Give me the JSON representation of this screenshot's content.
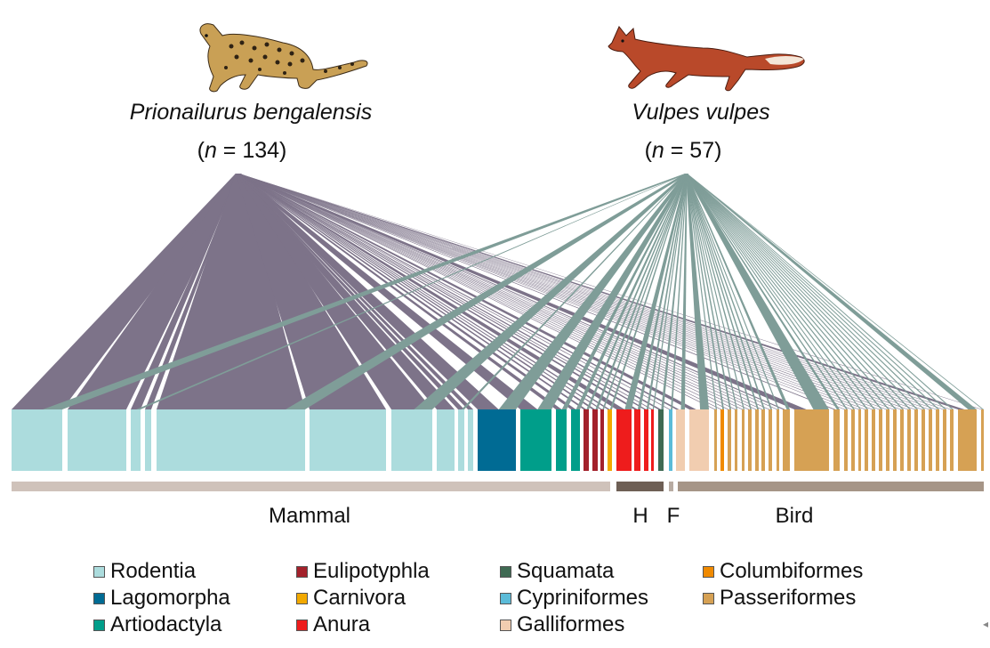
{
  "predators": [
    {
      "name": "Prionailurus bengalensis",
      "n_prefix": "(",
      "n_var": "n",
      "n_text": " = 134)",
      "icon": "leopard-cat-illustration",
      "color": "#7d7389"
    },
    {
      "name": "Vulpes vulpes",
      "n_prefix": "(",
      "n_var": "n",
      "n_text": " = 57)",
      "icon": "red-fox-illustration",
      "color": "#7f9d98"
    }
  ],
  "groups": {
    "mammal": "Mammal",
    "herp": "H",
    "fish": "F",
    "bird": "Bird"
  },
  "colors": {
    "Rodentia": "#acdcdd",
    "Lagomorpha": "#006b94",
    "Artiodactyla": "#009e8a",
    "Eulipotyphla": "#a3212b",
    "Carnivora": "#f2a900",
    "Anura": "#ee1c1c",
    "Squamata": "#3f6a53",
    "Cypriniformes": "#5bbbd8",
    "Galliformes": "#f1cdb0",
    "Columbiformes": "#f08a00",
    "Passeriformes": "#d6a154",
    "mammal_bar": "#cfc2ba",
    "herp_bar": "#6e5f55",
    "fish_bar": "#b8aba2",
    "bird_bar": "#a69587"
  },
  "legend": [
    {
      "label": "Rodentia",
      "color": "#acdcdd"
    },
    {
      "label": "Lagomorpha",
      "color": "#006b94"
    },
    {
      "label": "Artiodactyla",
      "color": "#009e8a"
    },
    {
      "label": "Eulipotyphla",
      "color": "#a3212b"
    },
    {
      "label": "Carnivora",
      "color": "#f2a900"
    },
    {
      "label": "Anura",
      "color": "#ee1c1c"
    },
    {
      "label": "Squamata",
      "color": "#3f6a53"
    },
    {
      "label": "Cypriniformes",
      "color": "#5bbbd8"
    },
    {
      "label": "Galliformes",
      "color": "#f1cdb0"
    },
    {
      "label": "Columbiformes",
      "color": "#f08a00"
    },
    {
      "label": "Passeriformes",
      "color": "#d6a154"
    }
  ]
}
